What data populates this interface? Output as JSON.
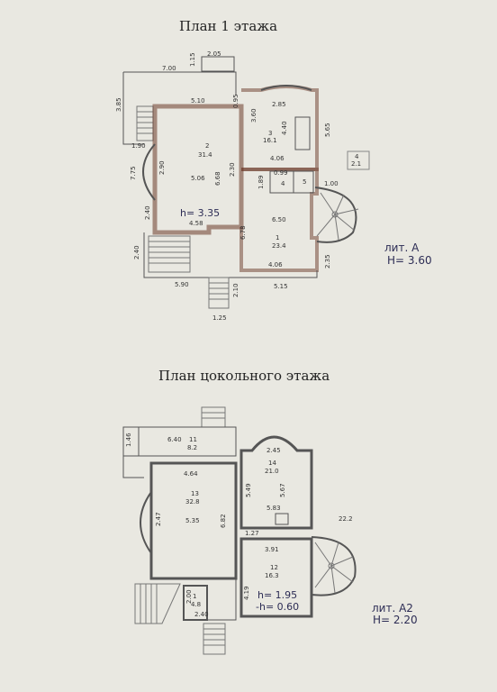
{
  "floor1": {
    "title": "План 1 этажа",
    "lit": "лит. А",
    "height": "H= 3.60",
    "h_note": "h= 3.35",
    "dims": {
      "d2_05": "2.05",
      "d7_00": "7.00",
      "d1_15": "1.15",
      "d3_85": "3.85",
      "d5_10": "5.10",
      "d0_95": "0.95",
      "d1_90": "1.90",
      "d2_90": "2.90",
      "d7_75": "7.75",
      "d5_06": "5.06",
      "d6_68": "6.68",
      "d2_30": "2.30",
      "d2_40": "2.40",
      "d4_58": "4.58",
      "d2_40b": "2.40",
      "d5_90": "5.90",
      "d2_10": "2.10",
      "d1_25": "1.25",
      "d3_60": "3.60",
      "d2_85": "2.85",
      "d4_40": "4.40",
      "d5_65": "5.65",
      "d4_06": "4.06",
      "d1_89": "1.89",
      "d0_99": "0.99",
      "d1_00": "1.00",
      "d6_50": "6.50",
      "d6_78": "6.78",
      "d4_06b": "4.06",
      "d5_15": "5.15",
      "d2_35": "2.35"
    },
    "rooms": {
      "r2_num": "2",
      "r2_area": "31.4",
      "r3_num": "3",
      "r3_area": "16.1",
      "r1_num": "1",
      "r1_area": "23.4",
      "r4_num": "4",
      "r5_num": "5",
      "r4_out": "4",
      "r4_out_area": "2.1"
    }
  },
  "basement": {
    "title": "План цокольного этажа",
    "lit": "лит. А2",
    "height": "H= 2.20",
    "h_note": "h= 1.95",
    "h_note2": "-h= 0.60",
    "dims": {
      "d1_46": "1.46",
      "d6_40": "6.40",
      "d2_45": "2.45",
      "d4_64": "4.64",
      "d5_49": "5.49",
      "d5_67": "5.67",
      "d2_47": "2.47",
      "d5_35": "5.35",
      "d6_82": "6.82",
      "d5_83": "5.83",
      "d1_27": "1.27",
      "d3_91": "3.91",
      "d4_19": "4.19",
      "d2_00": "2.00",
      "d2_40": "2.40"
    },
    "rooms": {
      "r11_num": "11",
      "r11_area": "8.2",
      "r14_num": "14",
      "r14_area": "21.0",
      "r13_num": "13",
      "r13_area": "32.8",
      "r12_num": "12",
      "r12_area": "16.3",
      "r1_num": "1",
      "r1_area": "4.8",
      "r22_area": "22.2"
    }
  }
}
